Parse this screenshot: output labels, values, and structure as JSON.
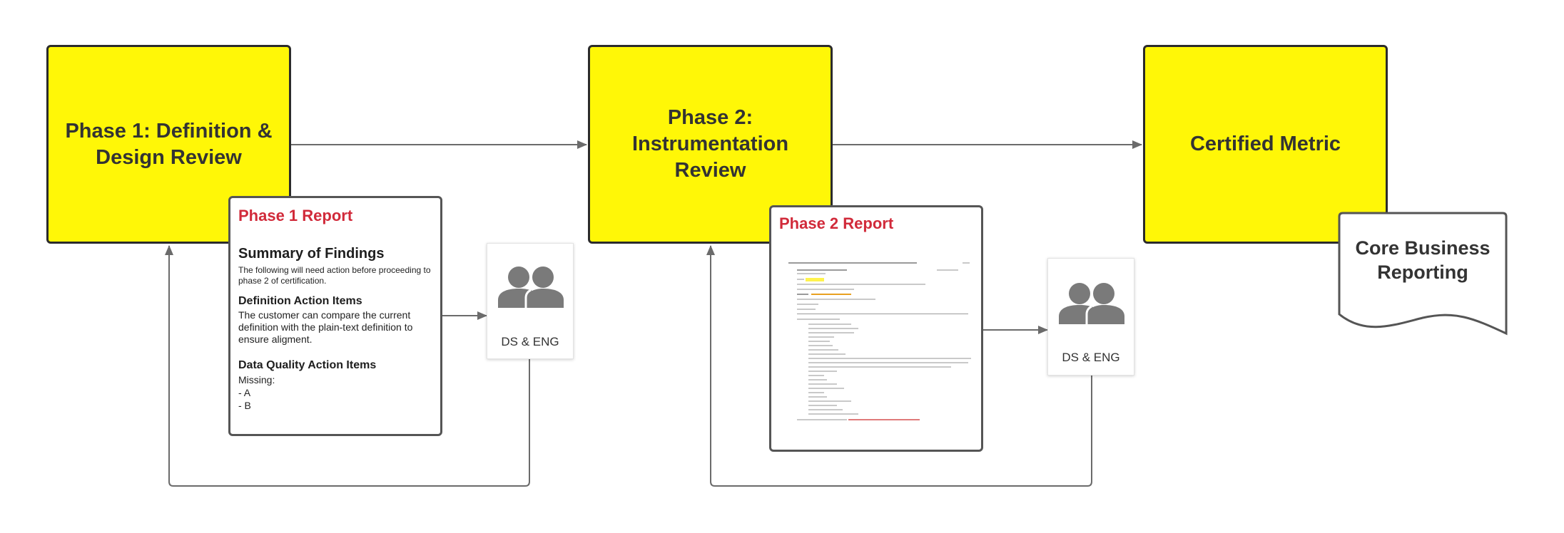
{
  "phases": {
    "phase1": "Phase 1: Definition &\nDesign Review",
    "phase2": "Phase 2:\nInstrumentation\nReview",
    "certified": "Certified Metric"
  },
  "report1": {
    "title": "Phase 1 Report",
    "summary_heading": "Summary of Findings",
    "summary_text": "The following will need action before proceeding to\nphase 2 of certification.",
    "definition_heading": "Definition Action Items",
    "definition_text": "The customer can compare the current\ndefinition with the plain-text definition to\nensure aligment.",
    "quality_heading": "Data Quality Action Items",
    "quality_text": "Missing:\n - A\n - B"
  },
  "report2": {
    "title": "Phase 2 Report"
  },
  "teams": {
    "team1_label": "DS & ENG",
    "team2_label": "DS & ENG",
    "icon": "users-icon"
  },
  "output": {
    "label": "Core Business\nReporting"
  },
  "colors": {
    "phase_fill": "#fff707",
    "report_title": "#d12a3a",
    "icon": "#7a7a7a",
    "arrow": "#6b6b6b"
  }
}
